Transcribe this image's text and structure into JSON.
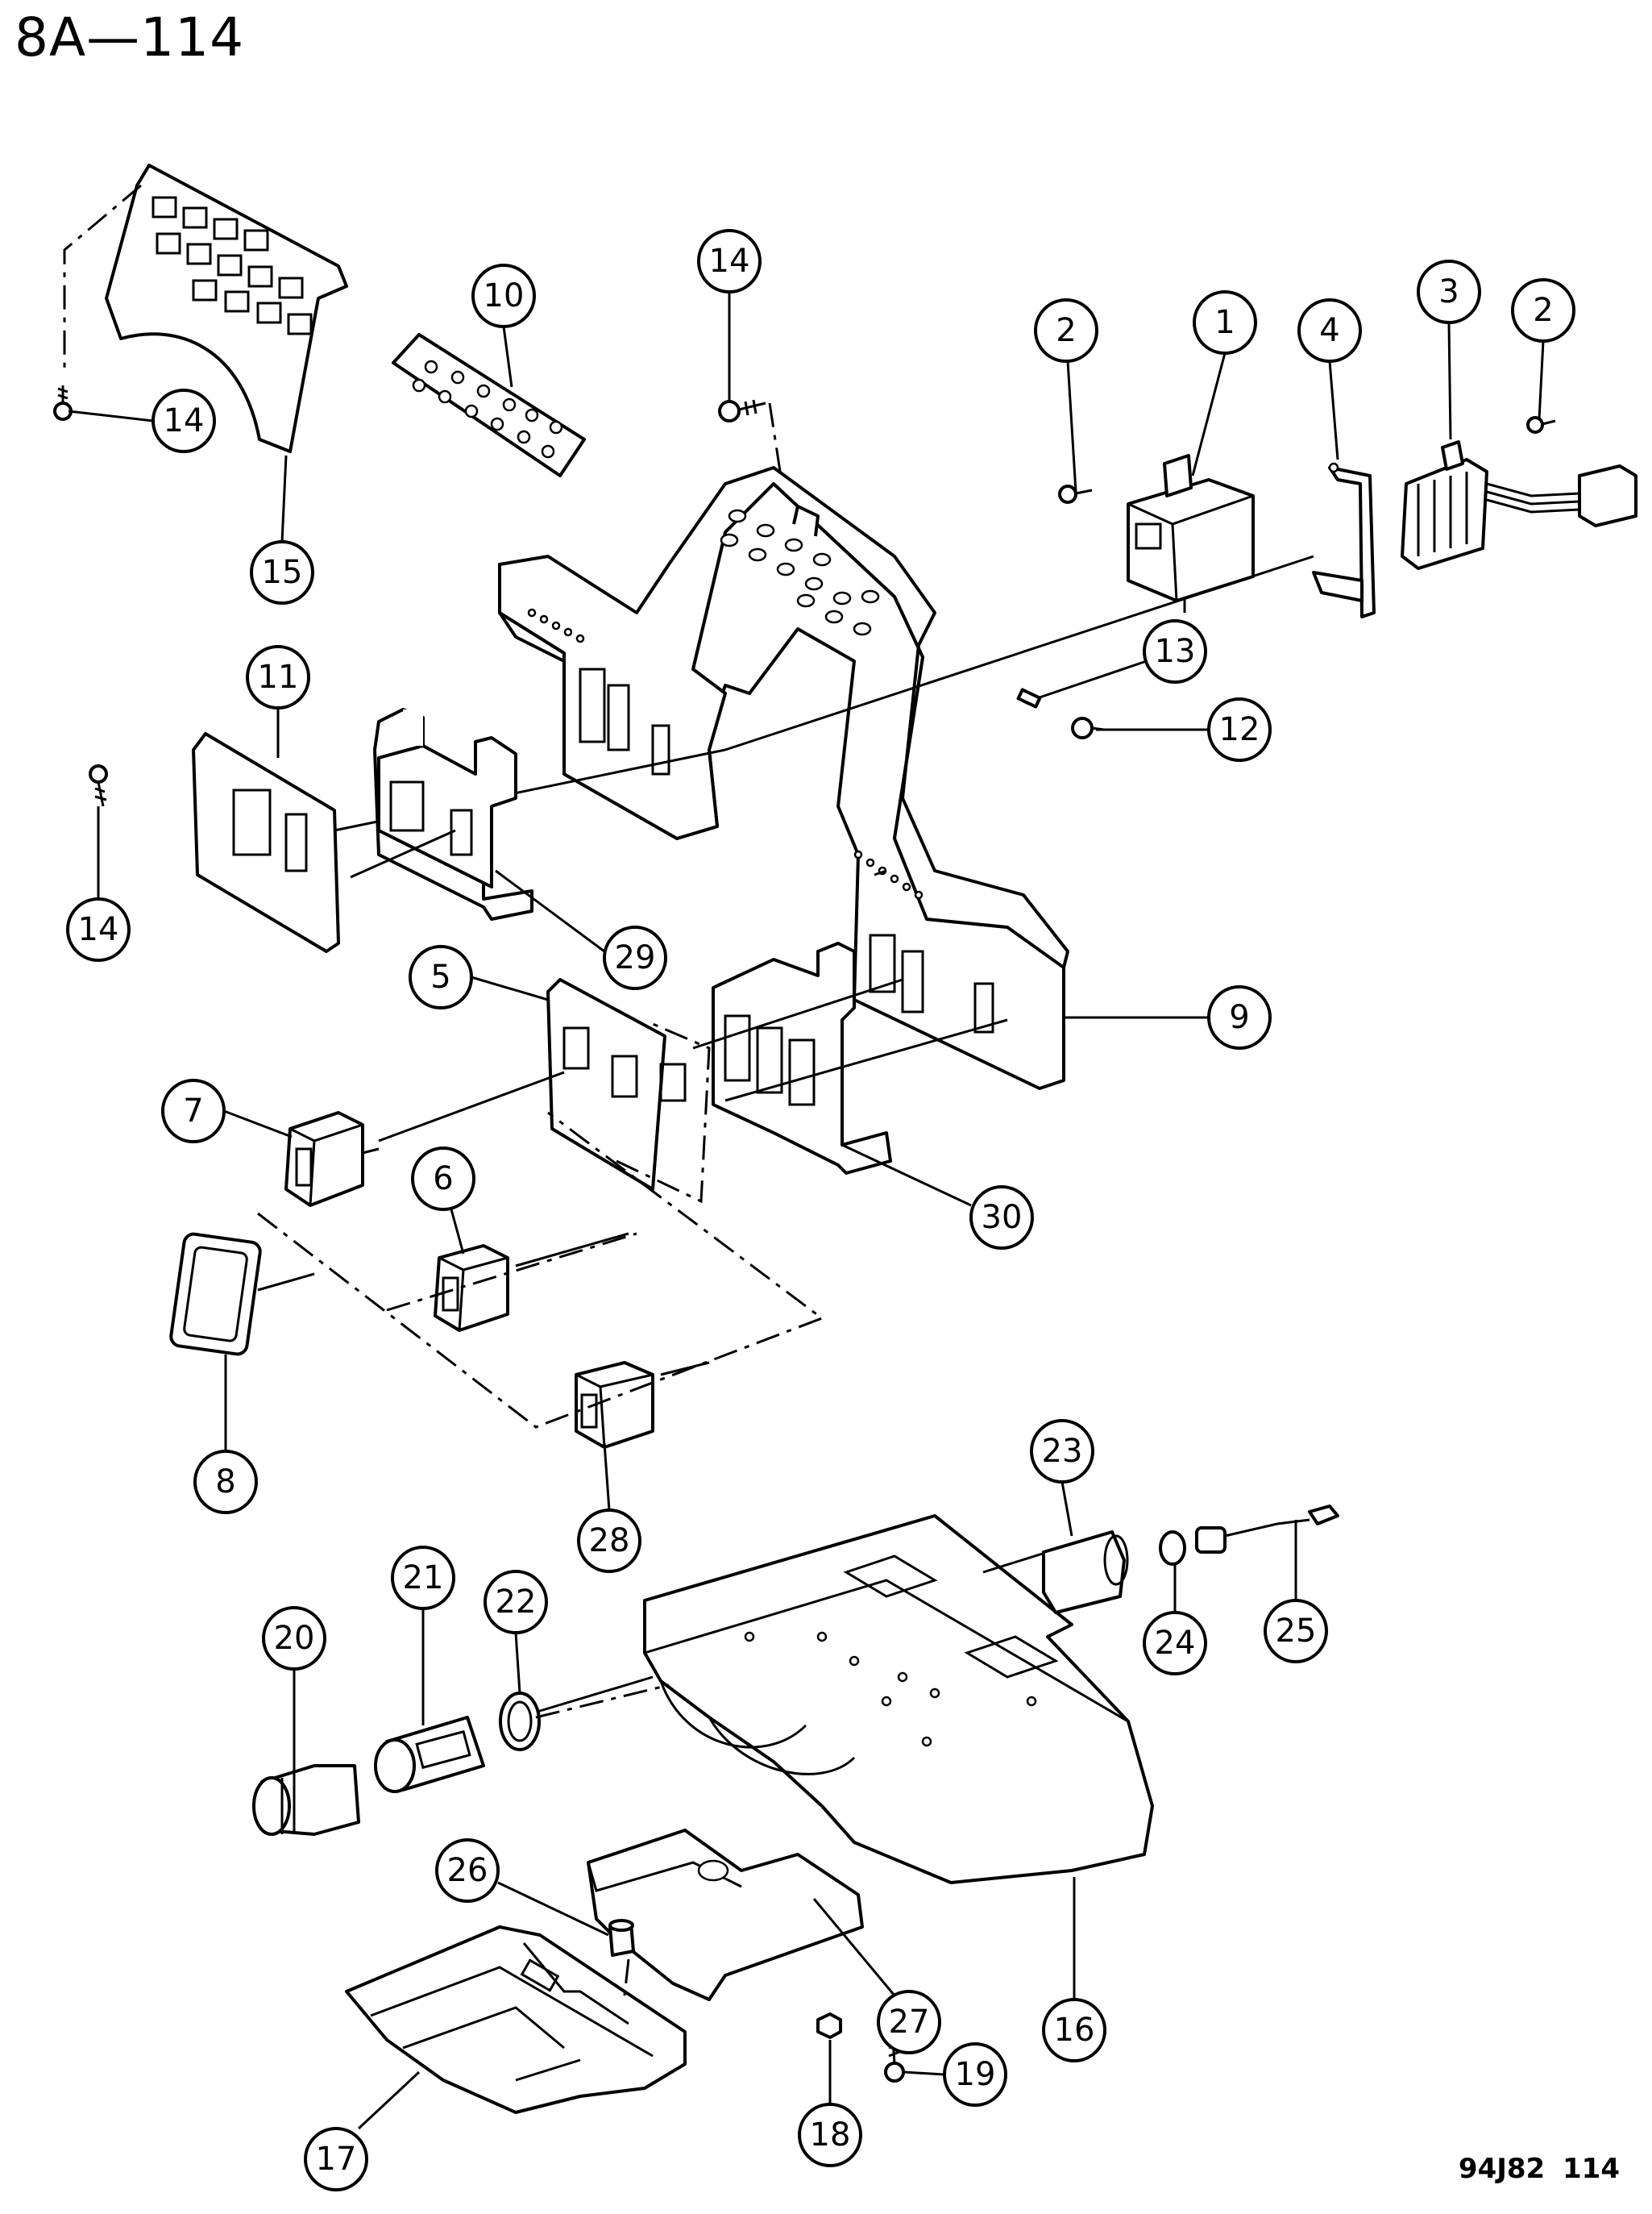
{
  "page_code": "8A—114",
  "figure_code": "94J82  114",
  "callouts": {
    "c1": "1",
    "c2a": "2",
    "c2b": "2",
    "c3": "3",
    "c4": "4",
    "c5": "5",
    "c6": "6",
    "c7": "7",
    "c8": "8",
    "c9": "9",
    "c10": "10",
    "c11": "11",
    "c12": "12",
    "c13": "13",
    "c14a": "14",
    "c14b": "14",
    "c14c": "14",
    "c15": "15",
    "c16": "16",
    "c17": "17",
    "c18": "18",
    "c19": "19",
    "c20": "20",
    "c21": "21",
    "c22": "22",
    "c23": "23",
    "c24": "24",
    "c25": "25",
    "c26": "26",
    "c27": "27",
    "c28": "28",
    "c29": "29",
    "c30": "30"
  }
}
